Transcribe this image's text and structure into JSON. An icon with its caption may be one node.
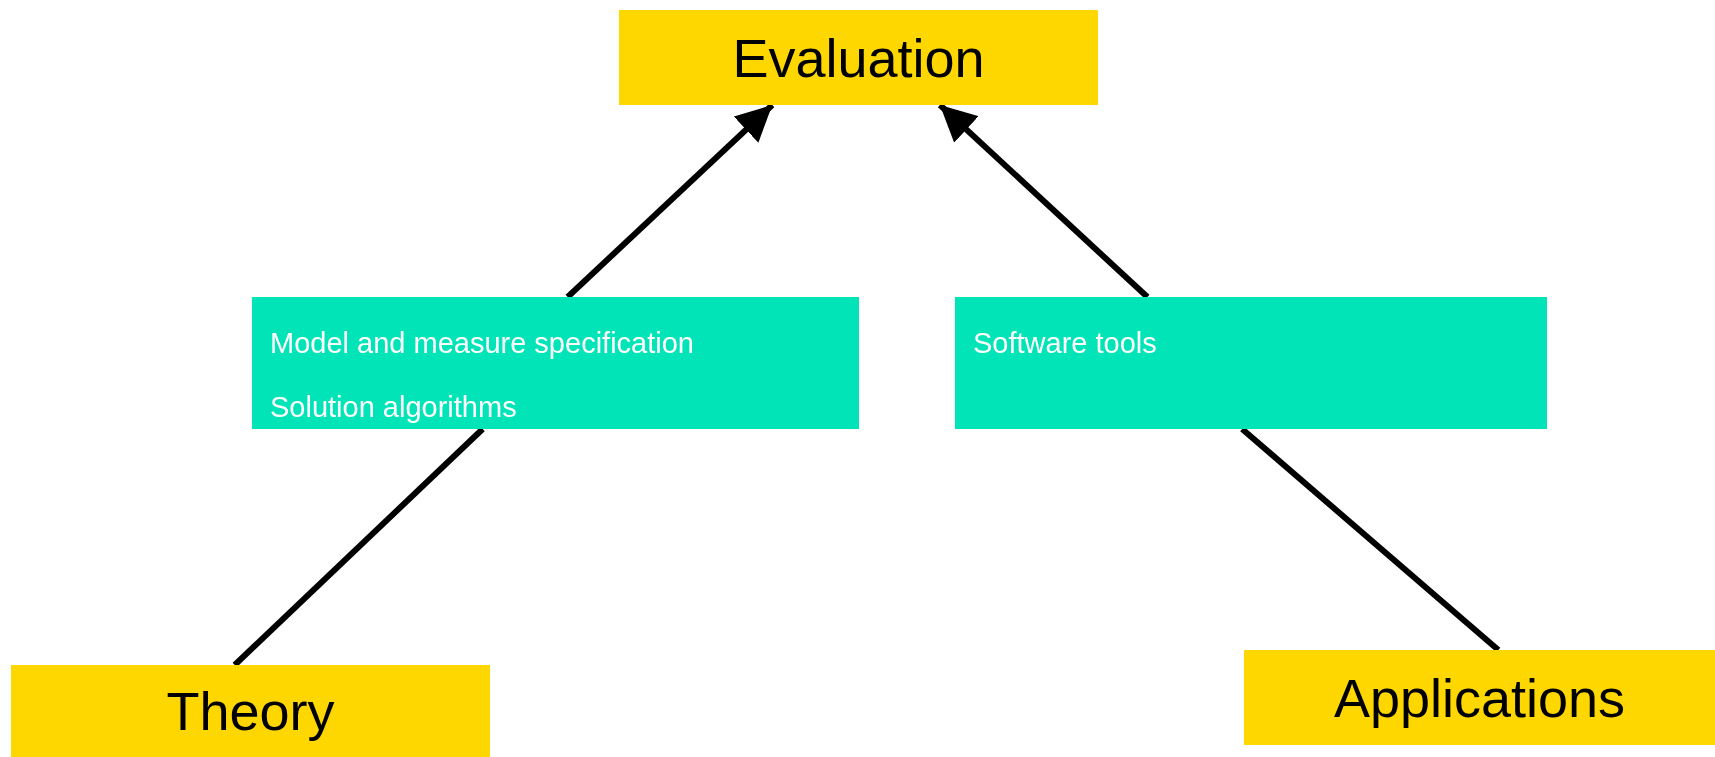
{
  "diagram": {
    "nodes": [
      {
        "text": [
          "Evaluation"
        ]
      },
      {
        "text": [
          "Model and measure specification",
          "Solution algorithms"
        ]
      },
      {
        "text": [
          "Software tools"
        ]
      },
      {
        "text": [
          "Theory"
        ]
      },
      {
        "text": [
          "Applications"
        ]
      }
    ],
    "edges": [
      {
        "from": 3,
        "to": 1,
        "arrow": "none"
      },
      {
        "from": 1,
        "to": 0,
        "arrow": "to"
      },
      {
        "from": 4,
        "to": 2,
        "arrow": "none"
      },
      {
        "from": 2,
        "to": 0,
        "arrow": "to"
      }
    ]
  }
}
